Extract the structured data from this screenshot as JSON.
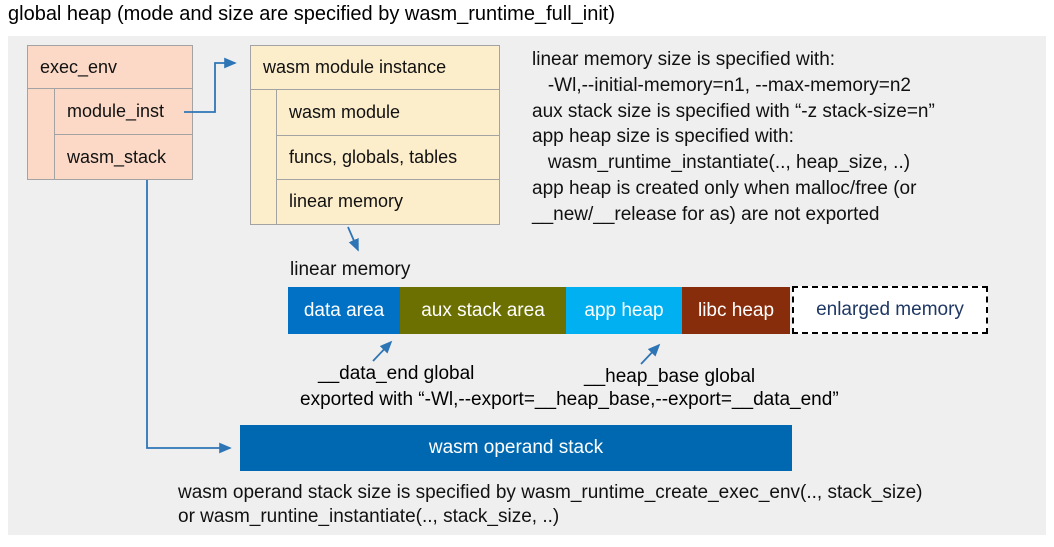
{
  "title": "global heap (mode and size are specified by wasm_runtime_full_init)",
  "exec_env": {
    "title": "exec_env",
    "rows": [
      "module_inst",
      "wasm_stack"
    ]
  },
  "module_instance": {
    "title": "wasm module instance",
    "rows": [
      "wasm module",
      "funcs, globals, tables",
      "linear memory"
    ]
  },
  "notes_right": {
    "lines": [
      "linear memory size is specified with:",
      "   -Wl,--initial-memory=n1, --max-memory=n2",
      "aux stack size is specified with “-z stack-size=n”",
      "app heap size is specified with:",
      "   wasm_runtime_instantiate(.., heap_size, ..)",
      "app heap is created only when malloc/free (or",
      "__new/__release for as) are not exported"
    ]
  },
  "memory_bar": {
    "label": "linear memory",
    "segments": [
      {
        "label": "data area",
        "color": "#0071c5"
      },
      {
        "label": "aux stack area",
        "color": "#6c7000"
      },
      {
        "label": "app heap",
        "color": "#00b0f0"
      },
      {
        "label": "libc heap",
        "color": "#882d0c"
      }
    ],
    "enlarged": {
      "label": "enlarged memory",
      "text_color": "#1f3864"
    }
  },
  "annotations": {
    "data_end": "__data_end global",
    "heap_base": "__heap_base global",
    "exported": "exported with “-Wl,--export=__heap_base,--export=__data_end”"
  },
  "operand_stack": {
    "label": "wasm operand stack",
    "color": "#0068b0"
  },
  "notes_bottom": {
    "lines": [
      "wasm operand stack size is specified by wasm_runtime_create_exec_env(.., stack_size)",
      "or wasm_runtine_instantiate(.., stack_size, ..)"
    ]
  },
  "colors": {
    "background_panel": "#efefef",
    "exec_env_fill": "#fbd9c6",
    "module_instance_fill": "#fcedcb",
    "box_border": "#a3a3a3",
    "arrow_blue": "#2e75b6"
  }
}
